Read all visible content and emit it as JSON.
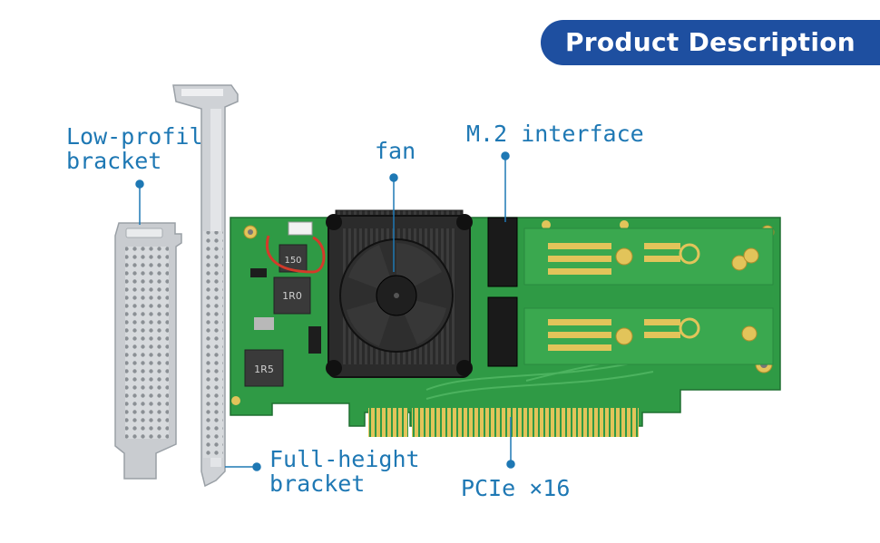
{
  "header": {
    "title": "Product Description"
  },
  "callouts": {
    "low_profile": "Low-profile\nbracket",
    "fan": "fan",
    "m2": "M.2 interface",
    "full_height": "Full-height\nbracket",
    "pcie": "PCIe ×16"
  },
  "components": {
    "inductor_1": "150",
    "inductor_2": "1R0",
    "inductor_3": "1R5"
  },
  "colors": {
    "banner": "#1e4fa0",
    "callout_text": "#1e78b4",
    "pcb": "#2f9a45",
    "gold": "#e2c45a"
  }
}
